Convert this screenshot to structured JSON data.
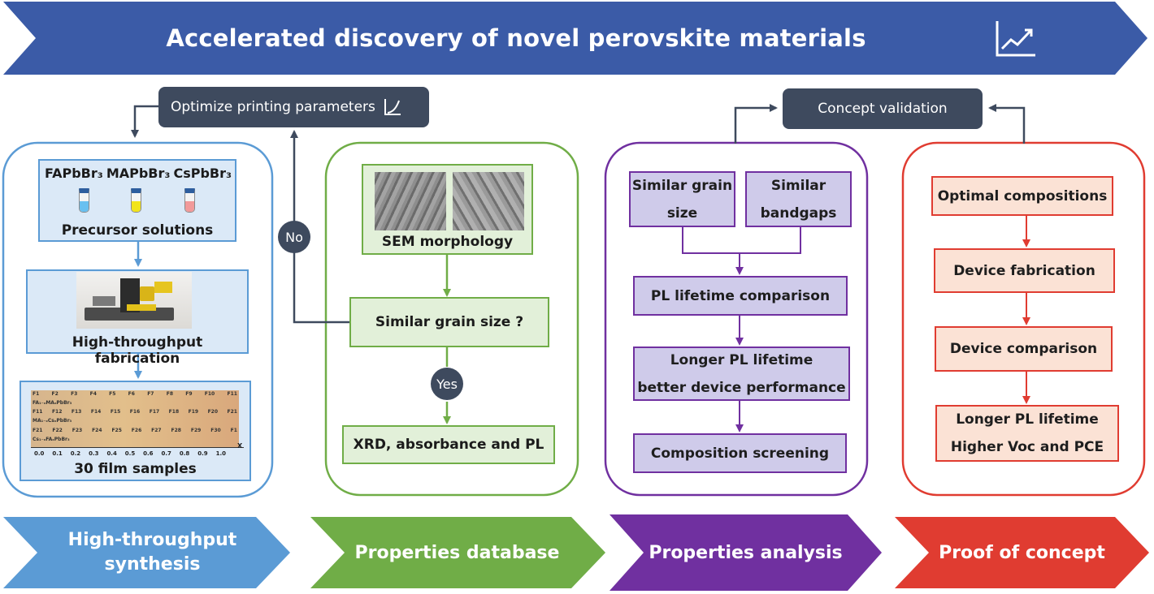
{
  "banner": {
    "title": "Accelerated discovery of novel perovskite materials",
    "icon": "trending-up-chart-icon"
  },
  "loop_labels": {
    "optimize": "Optimize printing parameters",
    "optimize_icon": "curve-chart-icon",
    "no": "No",
    "yes": "Yes",
    "concept_validation": "Concept validation"
  },
  "synthesis": {
    "precursors": [
      "FAPbBr₃",
      "MAPbBr₃",
      "CsPbBr₃"
    ],
    "precursor_label": "Precursor solutions",
    "vial_colors": [
      "#69c0f0",
      "#f2e41c",
      "#f29a9a"
    ],
    "fabrication_label": "High-throughput fabrication",
    "samples_label": "30 film samples",
    "film_rows": [
      [
        "F1",
        "F2",
        "F3",
        "F4",
        "F5",
        "F6",
        "F7",
        "F8",
        "F9",
        "F10",
        "F11"
      ],
      [
        "F11",
        "F12",
        "F13",
        "F14",
        "F15",
        "F16",
        "F17",
        "F18",
        "F19",
        "F20",
        "F21"
      ],
      [
        "F21",
        "F22",
        "F23",
        "F24",
        "F25",
        "F26",
        "F27",
        "F28",
        "F29",
        "F30",
        "F1"
      ]
    ],
    "film_series": [
      "FA₁₋ₓMAₓPbBr₃",
      "MA₁₋ₓCsₓPbBr₃",
      "Cs₁₋ₓFAₓPbBr₃"
    ],
    "x_ticks": [
      "0.0",
      "0.1",
      "0.2",
      "0.3",
      "0.4",
      "0.5",
      "0.6",
      "0.7",
      "0.8",
      "0.9",
      "1.0"
    ],
    "x_axis": "X"
  },
  "database": {
    "sem_label": "SEM morphology",
    "grain_question": "Similar grain size ?",
    "xrd_label": "XRD, absorbance and PL"
  },
  "analysis": {
    "grain_size": "Similar grain size",
    "bandgaps": "Similar bandgaps",
    "pl_comparison": "PL lifetime comparison",
    "longer_pl_1": "Longer PL lifetime",
    "longer_pl_2": "better device performance",
    "composition": "Composition screening"
  },
  "proof": {
    "optimal": "Optimal compositions",
    "fabrication": "Device fabrication",
    "comparison": "Device comparison",
    "result_1": "Longer PL lifetime",
    "result_2": "Higher Voc and PCE"
  },
  "stages": [
    "High-throughput synthesis",
    "Properties database",
    "Properties analysis",
    "Proof of concept"
  ],
  "colors": {
    "banner": "#3b5ba7",
    "blue": "#5b9bd5",
    "green": "#70ad47",
    "purple": "#7030a0",
    "red": "#e03c31",
    "pill": "#3e4a5e"
  }
}
